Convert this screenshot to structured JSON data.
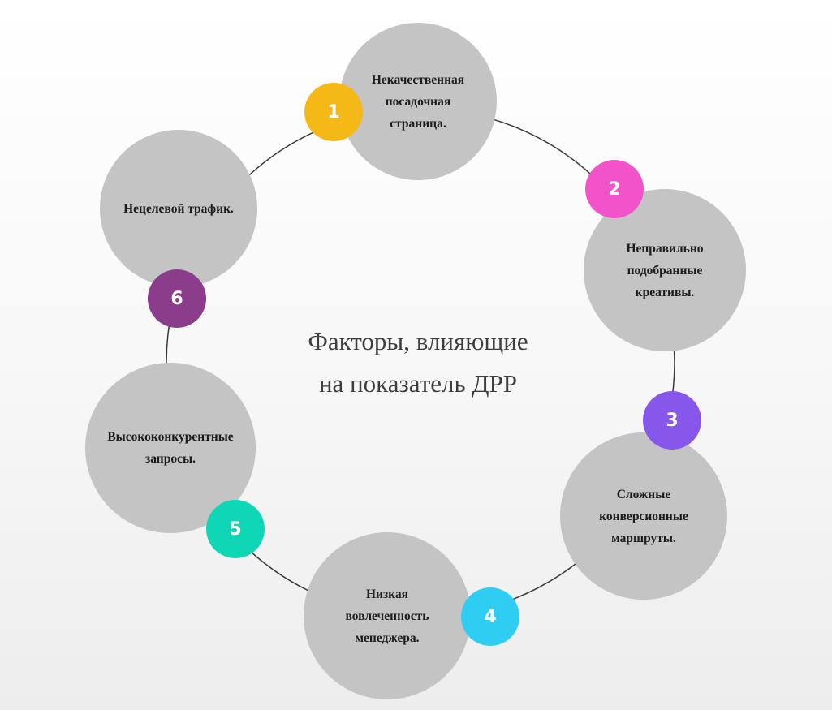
{
  "title": "Факторы, влияющие\nна показатель ДРР",
  "colors": {
    "circle_fill": "#c4c4c4",
    "ring_line": "#3a3a3a",
    "badge_text": "#ffffff"
  },
  "factors": [
    {
      "number": "1",
      "label": "Некачественная\nпосадочная\nстраница.",
      "badge_color": "#f5b917"
    },
    {
      "number": "2",
      "label": "Неправильно\nподобранные\nкреативы.",
      "badge_color": "#f253c8"
    },
    {
      "number": "3",
      "label": "Сложные\nконверсионные\nмаршруты.",
      "badge_color": "#8657ea"
    },
    {
      "number": "4",
      "label": "Низкая\nвовлеченность\nменеджера.",
      "badge_color": "#30cdf3"
    },
    {
      "number": "5",
      "label": "Высококонкурентные\nзапросы.",
      "badge_color": "#0fd6b4"
    },
    {
      "number": "6",
      "label": "Нецелевой трафик.",
      "badge_color": "#8b3d8c"
    }
  ]
}
